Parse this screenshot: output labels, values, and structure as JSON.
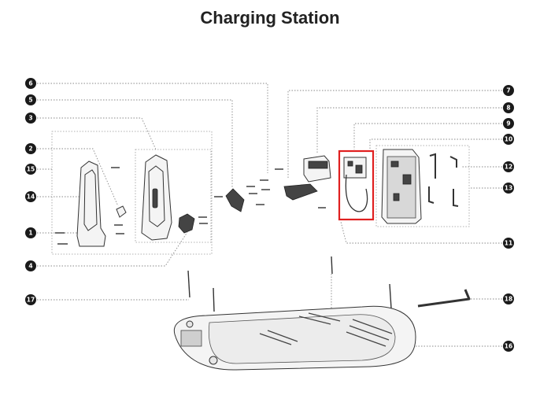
{
  "title": "Charging Station",
  "callouts": [
    "1",
    "2",
    "3",
    "4",
    "5",
    "6",
    "7",
    "8",
    "9",
    "10",
    "11",
    "12",
    "13",
    "14",
    "15",
    "16",
    "17",
    "18"
  ],
  "highlight_color": "#e02020"
}
